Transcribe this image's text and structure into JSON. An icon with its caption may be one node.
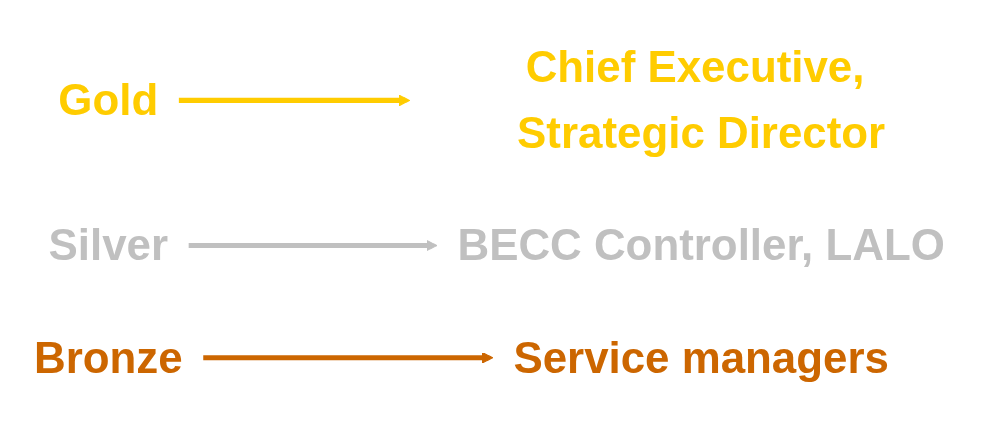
{
  "diagram": {
    "nodes": [
      {
        "text": [
          "Gold"
        ]
      },
      {
        "text": [
          "Chief Executive, Strategic Director"
        ]
      },
      {
        "text": [
          "Silver"
        ]
      },
      {
        "text": [
          "BECC Controller, LALO"
        ]
      },
      {
        "text": [
          "Bronze"
        ]
      },
      {
        "text": [
          "Service managers"
        ]
      }
    ],
    "edges": [
      {
        "from": 0,
        "to": 1,
        "arrow": "to",
        "color": "#ffcc00"
      },
      {
        "from": 2,
        "to": 3,
        "arrow": "to",
        "color": "#c0c0c0"
      },
      {
        "from": 4,
        "to": 5,
        "arrow": "to",
        "color": "#cc6600"
      }
    ]
  }
}
